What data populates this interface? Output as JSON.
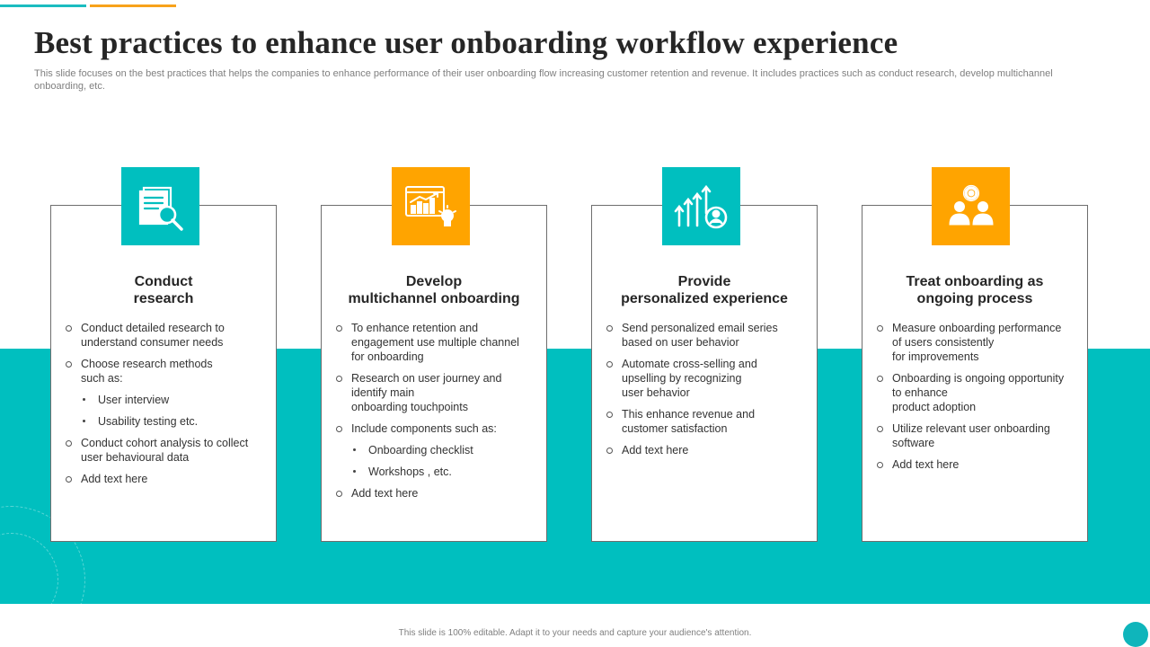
{
  "slide": {
    "title": "Best practices to enhance user onboarding workflow experience",
    "subtitle": "This slide focuses on the best practices that helps the companies to enhance performance of their user onboarding flow increasing customer retention and revenue. It includes practices such as conduct research, develop multichannel onboarding, etc.",
    "footer": "This slide is 100% editable.  Adapt it to your needs and capture your audience's attention."
  },
  "colors": {
    "teal": "#00bfbf",
    "orange": "#ffa400",
    "title": "#262626"
  },
  "cards": [
    {
      "icon": "document-search-icon",
      "icon_color": "teal",
      "title_lines": [
        "Conduct",
        "research"
      ],
      "bullets": [
        {
          "type": "circle",
          "text": "Conduct detailed research to\nunderstand consumer needs"
        },
        {
          "type": "circle",
          "text": "Choose research  methods\n such as:"
        },
        {
          "type": "dot",
          "text": "User interview"
        },
        {
          "type": "dot",
          "text": "Usability testing etc."
        },
        {
          "type": "circle",
          "text": "Conduct cohort analysis to collect\nuser behavioural  data"
        },
        {
          "type": "circle",
          "text": "Add text here"
        }
      ]
    },
    {
      "icon": "growth-chart-bulb-icon",
      "icon_color": "orange",
      "title_lines": [
        "Develop",
        "multichannel onboarding"
      ],
      "bullets": [
        {
          "type": "circle",
          "text": "To enhance retention  and\nengagement use multiple channel\nfor onboarding"
        },
        {
          "type": "circle",
          "text": "Research on user journey and\nidentify main\nonboarding touchpoints"
        },
        {
          "type": "circle",
          "text": "Include components such as:"
        },
        {
          "type": "dot",
          "text": "Onboarding  checklist"
        },
        {
          "type": "dot",
          "text": "Workshops , etc."
        },
        {
          "type": "circle",
          "text": "Add text here"
        }
      ]
    },
    {
      "icon": "growth-arrows-user-icon",
      "icon_color": "teal",
      "title_lines": [
        "Provide",
        "personalized experience"
      ],
      "bullets": [
        {
          "type": "circle",
          "text": "Send personalized email series\nbased on user behavior"
        },
        {
          "type": "circle",
          "text": "Automate cross-selling and\nupselling by recognizing\nuser behavior"
        },
        {
          "type": "circle",
          "text": "This enhance revenue  and\ncustomer satisfaction"
        },
        {
          "type": "circle",
          "text": "Add text here"
        }
      ]
    },
    {
      "icon": "team-gear-icon",
      "icon_color": "orange",
      "title_lines": [
        "Treat onboarding as",
        "ongoing process"
      ],
      "bullets": [
        {
          "type": "circle",
          "text": "Measure onboarding  performance\nof users consistently\nfor improvements"
        },
        {
          "type": "circle",
          "text": "Onboarding  is ongoing opportunity\nto enhance\nproduct adoption"
        },
        {
          "type": "circle",
          "text": "Utilize relevant  user onboarding\nsoftware"
        },
        {
          "type": "circle",
          "text": "Add text here"
        }
      ]
    }
  ]
}
